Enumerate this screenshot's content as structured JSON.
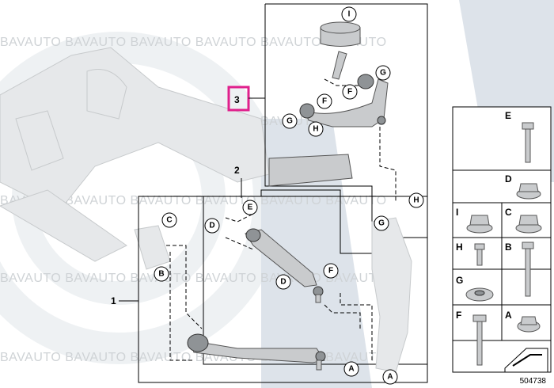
{
  "watermark": {
    "text": "BAVAUTO BAVAUTO BAVAUTO BAVAUTO BAVAUTO BAVAUTO"
  },
  "assembly_labels": {
    "one": "1",
    "two": "2",
    "three": "3"
  },
  "highlight_color": "#e0208c",
  "callouts": {
    "i": "I",
    "g_top": "G",
    "f_top": "F",
    "f_mid": "F",
    "g_left": "G",
    "h_top": "H",
    "e": "E",
    "d_top": "D",
    "c": "C",
    "b": "B",
    "d_bot": "D",
    "f_bot": "F",
    "h_right": "H",
    "g_right": "G",
    "a_left": "A",
    "a_right": "A"
  },
  "legend": {
    "items": [
      {
        "letter": "E",
        "part": "long-bolt-icon"
      },
      {
        "letter": "D",
        "part": "flange-nut-icon"
      },
      {
        "letter": "I",
        "part": "washer-nut-icon"
      },
      {
        "letter": "C",
        "part": "flange-nut-icon"
      },
      {
        "letter": "H",
        "part": "short-bolt-icon"
      },
      {
        "letter": "B",
        "part": "medium-bolt-icon"
      },
      {
        "letter": "G",
        "part": "large-nut-icon"
      },
      {
        "letter": "F",
        "part": "flange-bolt-icon"
      },
      {
        "letter": "A",
        "part": "collar-nut-icon"
      }
    ],
    "diagram_number": "504738"
  }
}
